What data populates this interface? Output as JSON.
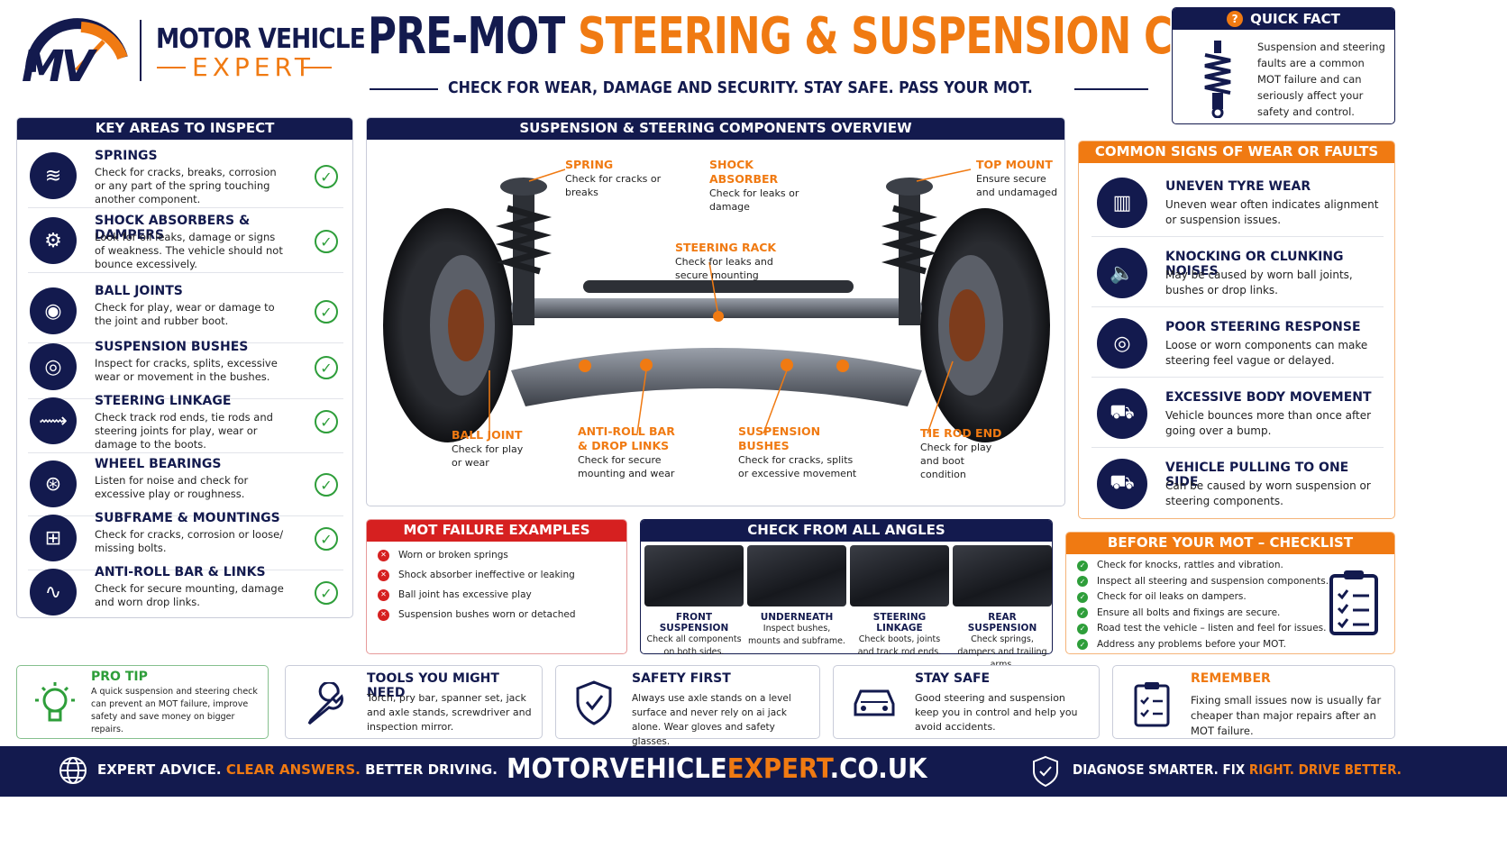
{
  "brand": {
    "logo_letters": "MV",
    "line1": "MOTOR VEHICLE",
    "line2": "EXPERT"
  },
  "header": {
    "title_part1": "PRE-MOT",
    "title_part2": "STEERING & SUSPENSION CHECK",
    "subtitle": "CHECK FOR WEAR, DAMAGE AND SECURITY. STAY SAFE. PASS YOUR MOT."
  },
  "quick_fact": {
    "badge": "?",
    "title": "QUICK FACT",
    "text": "Suspension and steering faults are a common MOT failure and can seriously affect your safety and control."
  },
  "key_areas": {
    "title": "KEY AREAS TO INSPECT",
    "items": [
      {
        "title": "SPRINGS",
        "desc": "Check for cracks, breaks, corrosion or any part of the spring touching another component."
      },
      {
        "title": "SHOCK ABSORBERS & DAMPERS",
        "desc": "Look for oil leaks, damage or signs of weakness. The vehicle should not bounce excessively."
      },
      {
        "title": "BALL JOINTS",
        "desc": "Check for play, wear or damage to the joint and rubber boot."
      },
      {
        "title": "SUSPENSION BUSHES",
        "desc": "Inspect for cracks, splits, excessive wear or movement in the bushes."
      },
      {
        "title": "STEERING LINKAGE",
        "desc": "Check track rod ends, tie rods and steering joints for play, wear or damage to the boots."
      },
      {
        "title": "WHEEL BEARINGS",
        "desc": "Listen for noise and check for excessive play or roughness."
      },
      {
        "title": "SUBFRAME & MOUNTINGS",
        "desc": "Check for cracks, corrosion or loose/ missing bolts."
      },
      {
        "title": "ANTI-ROLL BAR & LINKS",
        "desc": "Check for secure mounting, damage and worn drop links."
      }
    ],
    "check_glyph": "✓"
  },
  "overview": {
    "title": "SUSPENSION & STEERING COMPONENTS OVERVIEW",
    "labels": {
      "spring": {
        "title": "SPRING",
        "desc": "Check for cracks or breaks"
      },
      "shock": {
        "title": "SHOCK ABSORBER",
        "desc": "Check for leaks or damage"
      },
      "top_mount": {
        "title": "TOP MOUNT",
        "desc": "Ensure secure and undamaged"
      },
      "rack": {
        "title": "STEERING RACK",
        "desc": "Check for leaks and secure mounting"
      },
      "ball_joint": {
        "title": "BALL JOINT",
        "desc": "Check for play or wear"
      },
      "arb": {
        "title": "ANTI-ROLL BAR & DROP LINKS",
        "desc": "Check for secure mounting and wear"
      },
      "bushes": {
        "title": "SUSPENSION BUSHES",
        "desc": "Check for cracks, splits or excessive movement"
      },
      "tie_rod": {
        "title": "TIE ROD END",
        "desc": "Check for play and boot condition"
      }
    }
  },
  "signs": {
    "title": "COMMON SIGNS OF WEAR OR FAULTS",
    "items": [
      {
        "title": "UNEVEN TYRE WEAR",
        "desc": "Uneven wear often indicates alignment or suspension issues."
      },
      {
        "title": "KNOCKING OR CLUNKING NOISES",
        "desc": "May be caused by worn ball joints, bushes or drop links."
      },
      {
        "title": "POOR STEERING RESPONSE",
        "desc": "Loose or worn components can make steering feel vague or delayed."
      },
      {
        "title": "EXCESSIVE BODY MOVEMENT",
        "desc": "Vehicle bounces more than once after going over a bump."
      },
      {
        "title": "VEHICLE PULLING TO ONE SIDE",
        "desc": "Can be caused by worn suspension or steering components."
      }
    ]
  },
  "mot_failures": {
    "title": "MOT FAILURE EXAMPLES",
    "glyph": "✕",
    "items": [
      "Worn or broken springs",
      "Shock absorber ineffective or leaking",
      "Ball joint has excessive play",
      "Suspension bushes worn or detached"
    ]
  },
  "angles": {
    "title": "CHECK FROM ALL ANGLES",
    "items": [
      {
        "title": "FRONT SUSPENSION",
        "desc": "Check all components on both sides."
      },
      {
        "title": "UNDERNEATH",
        "desc": "Inspect bushes, mounts and subframe."
      },
      {
        "title": "STEERING LINKAGE",
        "desc": "Check boots, joints and track rod ends."
      },
      {
        "title": "REAR SUSPENSION",
        "desc": "Check springs, dampers and trailing arms."
      }
    ]
  },
  "checklist": {
    "title": "BEFORE YOUR MOT – CHECKLIST",
    "glyph": "✓",
    "items": [
      "Check for knocks, rattles and vibration.",
      "Inspect all steering and suspension components.",
      "Check for oil leaks on dampers.",
      "Ensure all bolts and fixings are secure.",
      "Road test the vehicle – listen and feel for issues.",
      "Address any problems before your MOT."
    ]
  },
  "bottom": {
    "pro_tip": {
      "title": "PRO TIP",
      "desc": "A quick suspension and steering check can prevent an MOT failure, improve safety and save money on bigger repairs."
    },
    "tools": {
      "title": "TOOLS YOU MIGHT NEED",
      "desc": "Torch, pry bar, spanner set, jack and axle stands, screwdriver and inspection mirror."
    },
    "safety": {
      "title": "SAFETY FIRST",
      "desc": "Always use axle stands on a level surface and never rely on ai jack alone. Wear gloves and safety glasses."
    },
    "stay_safe": {
      "title": "STAY SAFE",
      "desc": "Good steering and suspension keep you in control and help you avoid accidents."
    },
    "remember": {
      "title": "REMEMBER",
      "desc": "Fixing small issues now is usually far cheaper than major repairs after an MOT failure."
    }
  },
  "footer": {
    "left_a": "EXPERT ADVICE.",
    "left_b": "CLEAR ANSWERS.",
    "left_c": "BETTER DRIVING.",
    "site_a": "MOTORVEHICLE",
    "site_b": "EXPERT",
    "site_c": ".CO.UK",
    "right_a": "DIAGNOSE SMARTER. FIX",
    "right_b": "RIGHT.",
    "right_c": "DRIVE BETTER."
  },
  "colors": {
    "navy": "#131a4e",
    "orange": "#f07a12",
    "green": "#2e9e3a",
    "red": "#d62020"
  }
}
